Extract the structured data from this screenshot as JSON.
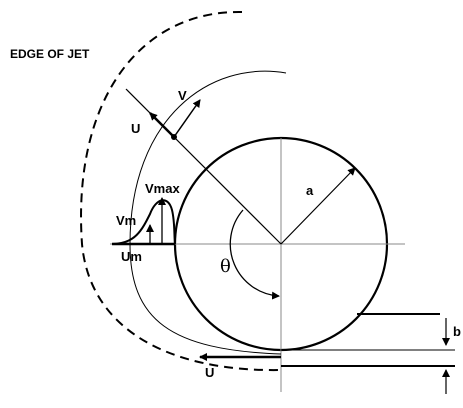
{
  "labels": {
    "edge_of_jet": "EDGE OF JET",
    "v": "V",
    "u_top": "U",
    "vmax": "Vmax",
    "a": "a",
    "vm": "Vm",
    "um": "Um",
    "theta": "θ",
    "b": "b",
    "u_bottom": "U"
  },
  "colors": {
    "ink": "#000000",
    "background": "#ffffff"
  }
}
